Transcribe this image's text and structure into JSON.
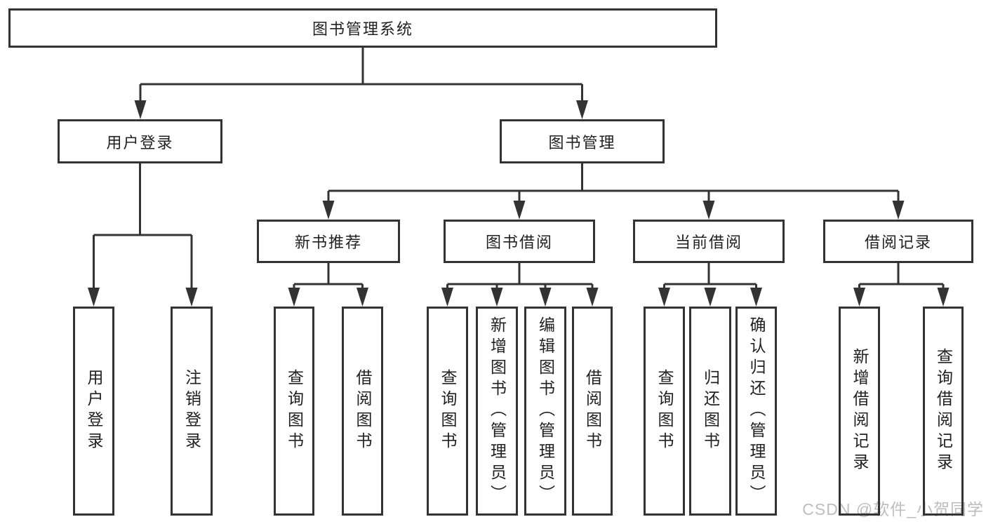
{
  "tree": {
    "label": "图书管理系统",
    "children": [
      {
        "label": "用户登录",
        "children": [
          {
            "label": "用户登录"
          },
          {
            "label": "注销登录"
          }
        ]
      },
      {
        "label": "图书管理",
        "children": [
          {
            "label": "新书推荐",
            "children": [
              {
                "label": "查询图书"
              },
              {
                "label": "借阅图书"
              }
            ]
          },
          {
            "label": "图书借阅",
            "children": [
              {
                "label": "查询图书"
              },
              {
                "label": "新增图书（管理员）"
              },
              {
                "label": "编辑图书（管理员）"
              },
              {
                "label": "借阅图书"
              }
            ]
          },
          {
            "label": "当前借阅",
            "children": [
              {
                "label": "查询图书"
              },
              {
                "label": "归还图书"
              },
              {
                "label": "确认归还（管理员）"
              }
            ]
          },
          {
            "label": "借阅记录",
            "children": [
              {
                "label": "新增借阅记录"
              },
              {
                "label": "查询借阅记录"
              }
            ]
          }
        ]
      }
    ]
  },
  "watermark": "CSDN @软件_小贺同学",
  "colors": {
    "line": "#333333",
    "text": "#212121",
    "watermark": "#bdbdbd",
    "background": "#ffffff"
  }
}
